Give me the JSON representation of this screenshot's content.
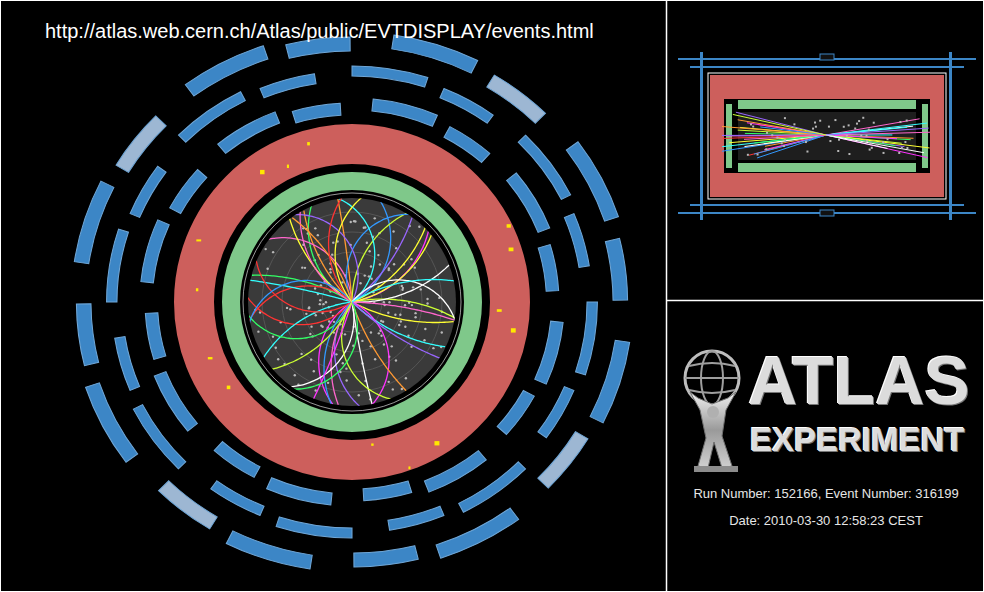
{
  "diagram": {
    "labels": [
      "http://atlas.web.cern.ch/Atlas/public/EVTDISPLAY/events.html",
      "ATLAS",
      "EXPERIMENT",
      "Run Number: 152166, Event Number: 316199",
      "Date: 2010-03-30 12:58:23 CEST"
    ]
  }
}
